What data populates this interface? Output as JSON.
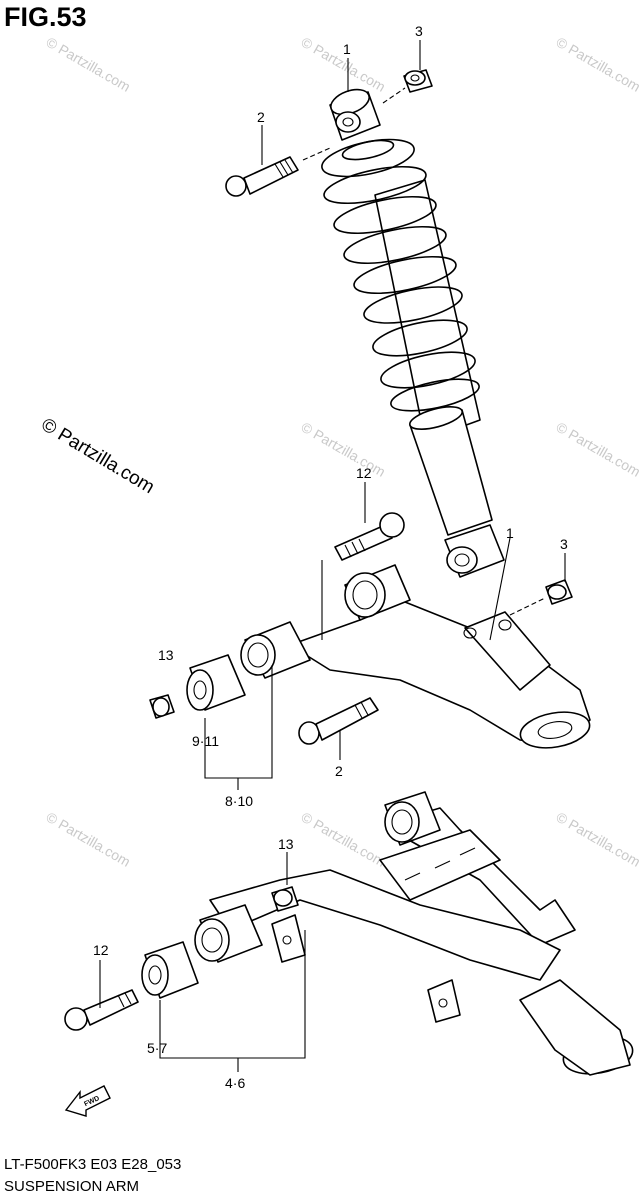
{
  "figure": {
    "title": "FIG.53",
    "code": "LT-F500FK3 E03 E28_053",
    "name": "SUSPENSION ARM"
  },
  "watermark": {
    "main": "© Partzilla.com",
    "faint": "© Partzilla.com"
  },
  "callouts": {
    "c1": "1",
    "c2_top": "2",
    "c3_top": "3",
    "c12_mid": "12",
    "c1_mid": "1",
    "c3_mid": "3",
    "c13_mid": "13",
    "c9_11": "9·11",
    "c8_10": "8·10",
    "c2_mid": "2",
    "c13_low": "13",
    "c12_low": "12",
    "c5_7": "5·7",
    "c4_6": "4·6"
  },
  "fwd_label": "FWD"
}
